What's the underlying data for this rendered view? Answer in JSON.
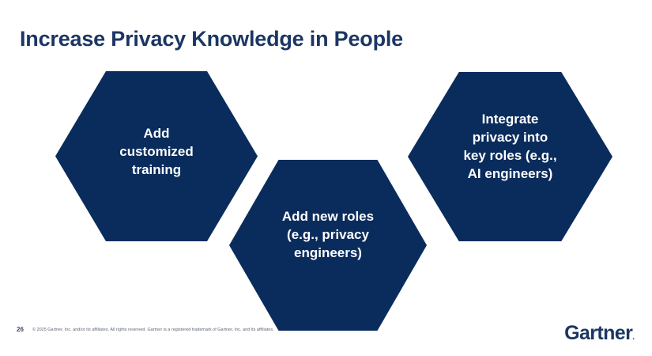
{
  "slide": {
    "title": "Increase Privacy Knowledge in People",
    "background_color": "#ffffff",
    "title_color": "#1b3663",
    "accent_color": "#0a2c5c"
  },
  "diagram": {
    "type": "hexagon-cluster",
    "shape_fill": "#0a2c5c",
    "shape_text_color": "#ffffff",
    "hexagons": [
      {
        "label": "Add\ncustomized\ntraining"
      },
      {
        "label": "Add new roles\n(e.g., privacy\nengineers)"
      },
      {
        "label": "Integrate\nprivacy into\nkey roles (e.g.,\nAI engineers)"
      }
    ]
  },
  "footer": {
    "page_number": "26",
    "copyright": "© 2025 Gartner, Inc. and/or its affiliates. All rights reserved. Gartner is a registered trademark of Gartner, Inc. and its affiliates.",
    "logo_text": "Gartner",
    "logo_registered_mark": "."
  }
}
